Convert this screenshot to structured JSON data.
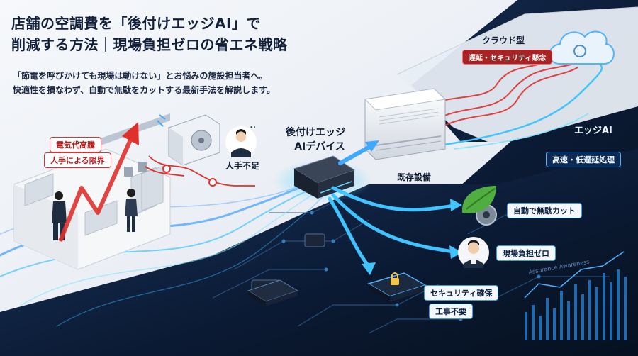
{
  "title": {
    "line1": "店舗の空調費を「後付けエッジAI」で",
    "line2": "削減する方法｜現場負担ゼロの省エネ戦略"
  },
  "subtitle": {
    "line1": "「節電を呼びかけても現場は動けない」とお悩みの施設担当者へ。",
    "line2": "快適性を損なわず、自動で無駄をカットする最新手法を解説します。"
  },
  "problems": {
    "energy_cost": "電気代高騰",
    "labor": "人手による限界",
    "staff_shortage": "人手不足"
  },
  "device": {
    "label_line1": "後付けエッジ",
    "label_line2": "AIデバイス",
    "existing": "既存設備"
  },
  "cloud": {
    "label": "クラウド型",
    "issue": "遅延・セキュリティ懸念"
  },
  "edge": {
    "label": "エッジAI",
    "benefit": "高速・低遅延処理"
  },
  "benefits": {
    "auto_cut": "自動で無駄カット",
    "zero_burden": "現場負担ゼロ",
    "security": "セキュリティ確保",
    "no_construction": "工事不要"
  },
  "decor_text": "Assurance  Awareness",
  "colors": {
    "dark_bg": "#0b1a33",
    "light_bg": "#e9edf3",
    "flow_blue": "#3fc4ff",
    "alert_red": "#e0302c"
  }
}
